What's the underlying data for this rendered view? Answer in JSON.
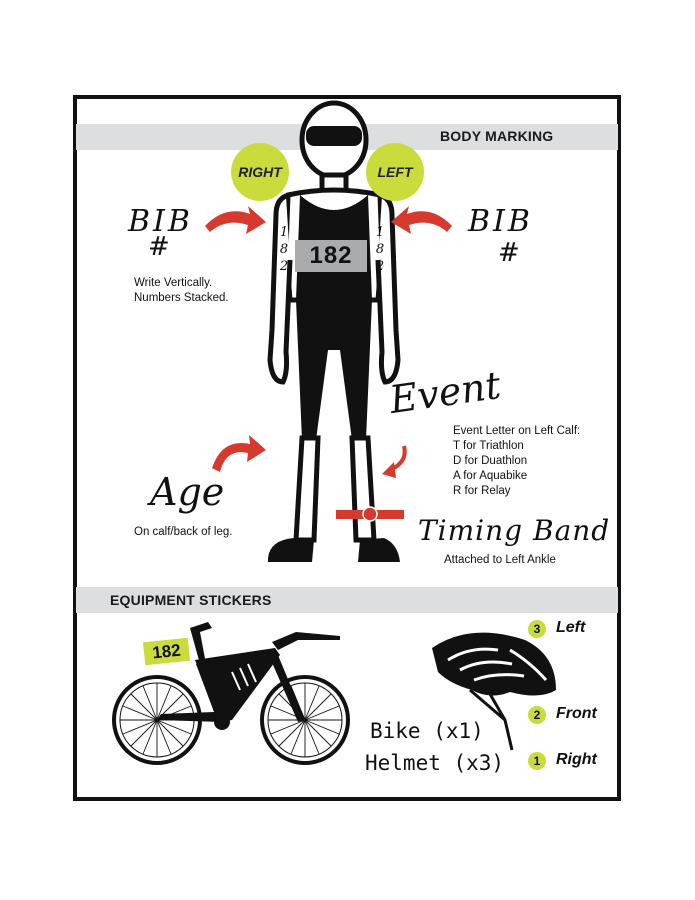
{
  "sections": {
    "body_marking": "BODY MARKING",
    "equipment_stickers": "EQUIPMENT STICKERS"
  },
  "body": {
    "right_label": "RIGHT",
    "left_label": "LEFT",
    "bib_word": "BIB",
    "bib_hash": "#",
    "bib_instructions": [
      "Write Vertically.",
      "Numbers Stacked."
    ],
    "bib_number": "182",
    "arm_digits": [
      "1",
      "8",
      "2"
    ],
    "age_word": "Age",
    "age_instruction": "On calf/back of leg.",
    "event_word": "Event",
    "event_lines": [
      "Event Letter on Left Calf:",
      "T for Triathlon",
      "D for Duathlon",
      "A for Aquabike",
      "R for Relay"
    ],
    "timing_word": "Timing Band",
    "timing_instruction": "Attached to Left Ankle"
  },
  "equipment": {
    "bike_sticker": "182",
    "bike_caption": "Bike (x1)",
    "helmet_caption": "Helmet (x3)",
    "helmet_positions": [
      {
        "num": "3",
        "label": "Left"
      },
      {
        "num": "2",
        "label": "Front"
      },
      {
        "num": "1",
        "label": "Right"
      }
    ]
  },
  "colors": {
    "accent_green": "#c9dc3c",
    "arrow_red": "#d63a2f",
    "band_gray": "#dcdedf"
  }
}
